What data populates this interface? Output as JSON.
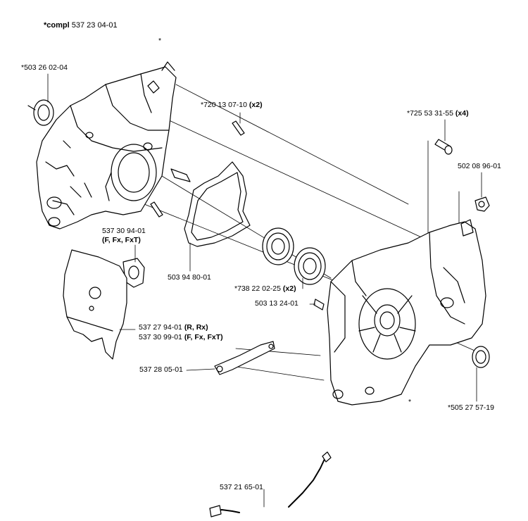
{
  "title": {
    "prefix": "*compl",
    "number": "537 23 04-01"
  },
  "parts": {
    "seal_left": {
      "number": "*503 26 02-04"
    },
    "pin": {
      "number": "*720 13 07-10",
      "qty": "(x2)"
    },
    "screw": {
      "number": "*725 53 31-55",
      "qty": "(x4)"
    },
    "nut": {
      "number": "502 08 96-01"
    },
    "insulator": {
      "number": "537 30 94-01",
      "variant": "(F, Fx, FxT)"
    },
    "gasket": {
      "number": "503 94 80-01"
    },
    "bearing": {
      "number": "*738 22 02-25",
      "qty": "(x2)"
    },
    "plug": {
      "number": "503 13 24-01"
    },
    "plate_a": {
      "number": "537 27 94-01",
      "variant": "(R, Rx)"
    },
    "plate_b": {
      "number": "537 30 99-01",
      "variant": "(F, Fx, FxT)"
    },
    "bracket": {
      "number": "537 28 05-01"
    },
    "seal_right": {
      "number": "*505 27 57-19"
    },
    "cable": {
      "number": "537 21 65-01"
    }
  },
  "marks": {
    "star_top": "*",
    "star_bottom": "*"
  }
}
